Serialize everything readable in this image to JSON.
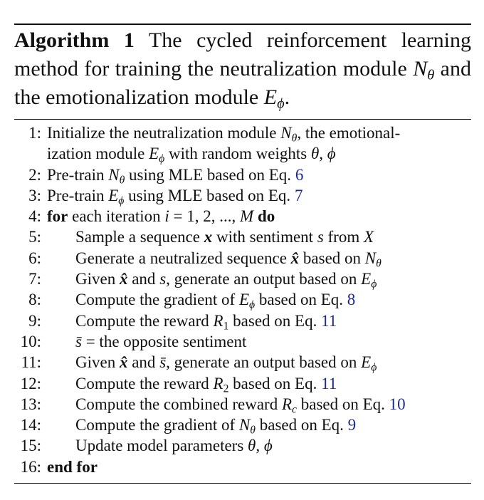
{
  "caption": {
    "label": "Algorithm 1",
    "title_parts": [
      "The cycled reinforcement learning method for training the neutralization module ",
      "N",
      "θ",
      " and the emotionalization module ",
      "E",
      "ϕ",
      "."
    ]
  },
  "symbols": {
    "N": "N",
    "E": "E",
    "theta": "θ",
    "phi": "ϕ",
    "x": "x",
    "xhat": "x̂",
    "s": "s",
    "sbar": "s̄",
    "X": "X",
    "R": "R",
    "one": "1",
    "two": "2",
    "c": "c",
    "i": "i",
    "M": "M"
  },
  "keywords": {
    "for": "for",
    "do": "do",
    "end_for": "end for"
  },
  "lines": [
    {
      "num": "1:",
      "a": "Initialize the neutralization module ",
      "b": ", the emotional-",
      "c": "ization module ",
      "d": " with random weights ",
      "e": ", "
    },
    {
      "num": "2:",
      "a": "Pre-train ",
      "b": " using MLE based on Eq. ",
      "ref": "6"
    },
    {
      "num": "3:",
      "a": "Pre-train ",
      "b": " using MLE based on Eq. ",
      "ref": "7"
    },
    {
      "num": "4:",
      "a": " each iteration ",
      "b": " = 1, 2, ..., "
    },
    {
      "num": "5:",
      "a": "Sample a sequence ",
      "b": " with sentiment ",
      "c": " from "
    },
    {
      "num": "6:",
      "a": "Generate a neutralized sequence ",
      "b": " based on "
    },
    {
      "num": "7:",
      "a": "Given ",
      "b": " and ",
      "c": ", generate an output based on "
    },
    {
      "num": "8:",
      "a": "Compute the gradient of ",
      "b": " based on Eq. ",
      "ref": "8"
    },
    {
      "num": "9:",
      "a": "Compute the reward ",
      "b": " based on Eq. ",
      "ref": "11"
    },
    {
      "num": "10:",
      "a": " = the opposite sentiment"
    },
    {
      "num": "11:",
      "a": "Given ",
      "b": " and ",
      "c": ", generate an output based on "
    },
    {
      "num": "12:",
      "a": "Compute the reward ",
      "b": " based on Eq. ",
      "ref": "11"
    },
    {
      "num": "13:",
      "a": "Compute the combined reward ",
      "b": " based on Eq. ",
      "ref": "10"
    },
    {
      "num": "14:",
      "a": "Compute the gradient of ",
      "b": " based on Eq. ",
      "ref": "9"
    },
    {
      "num": "15:",
      "a": "Update model parameters ",
      "b": ", "
    },
    {
      "num": "16:"
    }
  ],
  "colors": {
    "text": "#111111",
    "link": "#1c2a8c"
  }
}
